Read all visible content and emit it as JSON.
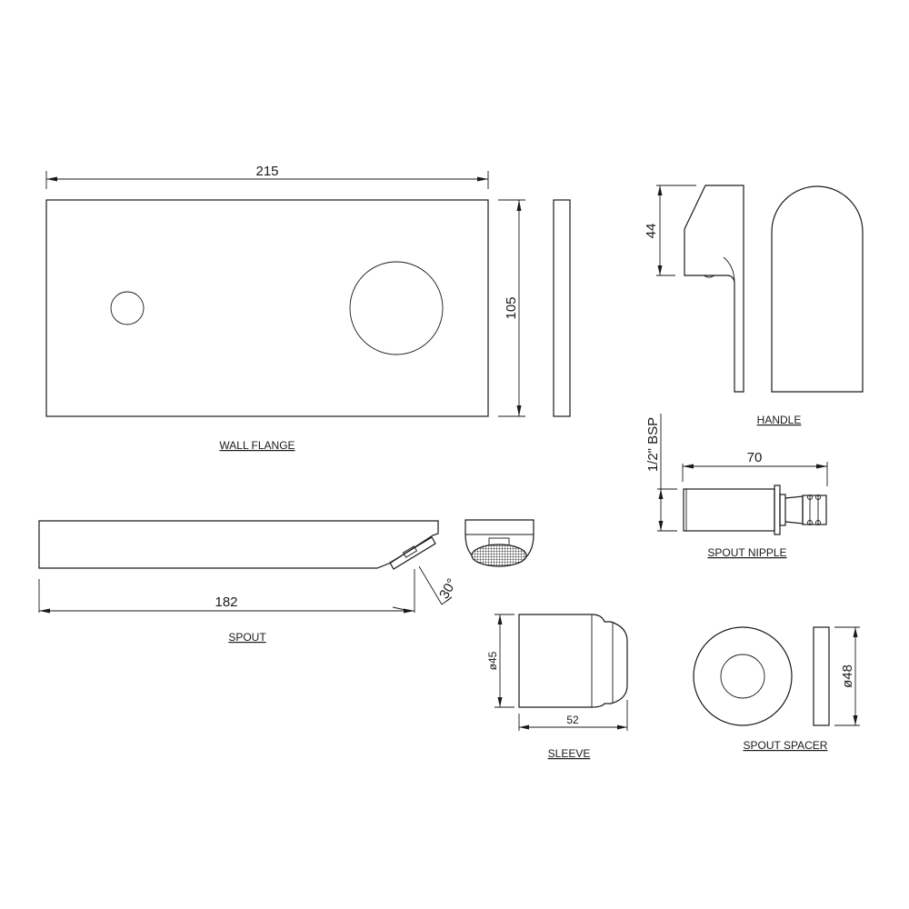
{
  "drawing": {
    "colors": {
      "line": "#1a1a1a",
      "background": "#ffffff"
    },
    "parts": {
      "wall_flange": {
        "label": "WALL FLANGE",
        "width_dim": "215",
        "height_dim": "105"
      },
      "handle": {
        "label": "HANDLE",
        "height_dim": "44"
      },
      "spout_nipple": {
        "label": "SPOUT NIPPLE",
        "length_dim": "70",
        "thread_dim": "1/2\" BSP"
      },
      "spout": {
        "label": "SPOUT",
        "length_dim": "182",
        "angle_dim": "30°"
      },
      "sleeve": {
        "label": "SLEEVE",
        "diameter_dim": "ø45",
        "length_dim": "52"
      },
      "spout_spacer": {
        "label": "SPOUT SPACER",
        "diameter_dim": "ø48"
      }
    }
  }
}
